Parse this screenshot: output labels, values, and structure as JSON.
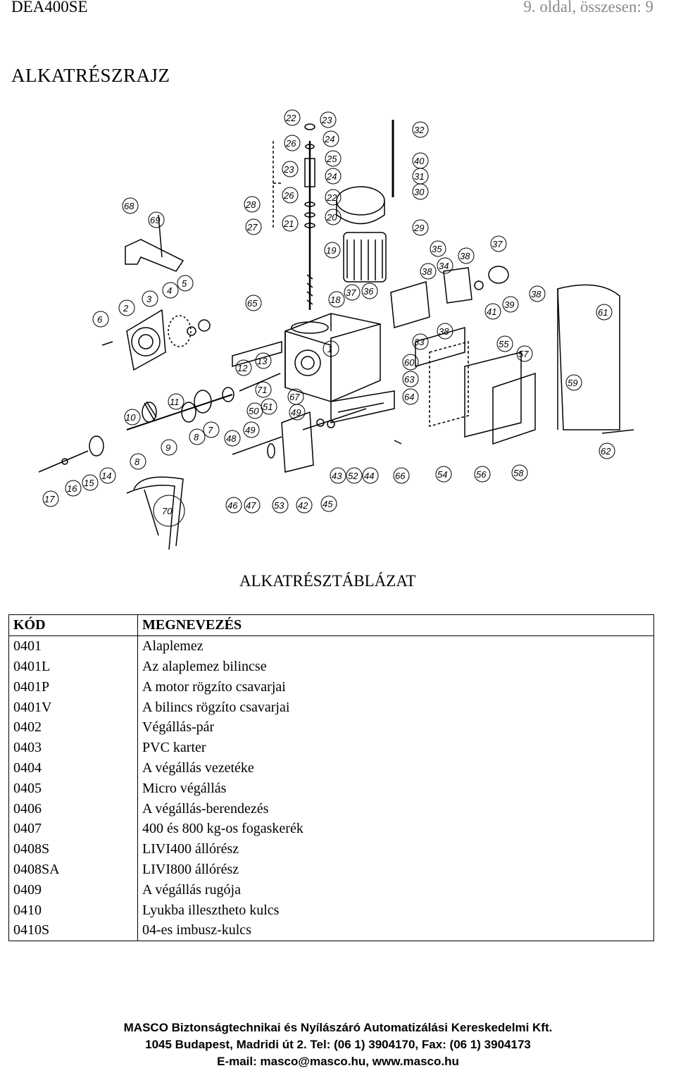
{
  "header": {
    "doc_code": "DEA400SE",
    "page_info": "9. oldal, összesen: 9"
  },
  "section_title": "ALKATRÉSZRAJZ",
  "drawing": {
    "callouts": [
      "1",
      "2",
      "3",
      "4",
      "5",
      "6",
      "7",
      "8",
      "8",
      "9",
      "10",
      "11",
      "12",
      "13",
      "14",
      "15",
      "16",
      "17",
      "18",
      "19",
      "20",
      "21",
      "22",
      "22",
      "23",
      "23",
      "24",
      "24",
      "25",
      "26",
      "26",
      "27",
      "28",
      "29",
      "30",
      "31",
      "32",
      "33",
      "34",
      "35",
      "36",
      "37",
      "37",
      "38",
      "38",
      "38",
      "38",
      "39",
      "40",
      "41",
      "42",
      "43",
      "44",
      "45",
      "46",
      "47",
      "48",
      "49",
      "49",
      "50",
      "51",
      "52",
      "53",
      "54",
      "55",
      "56",
      "57",
      "58",
      "59",
      "60",
      "61",
      "62",
      "63",
      "64",
      "65",
      "66",
      "67",
      "68",
      "69",
      "70",
      "71"
    ]
  },
  "table": {
    "title": "ALKATRÉSZTÁBLÁZAT",
    "headers": [
      "KÓD",
      "MEGNEVEZÉS"
    ],
    "rows": [
      [
        "0401",
        "Alaplemez"
      ],
      [
        "0401L",
        "Az alaplemez bilincse"
      ],
      [
        "0401P",
        "A motor rögzíto csavarjai"
      ],
      [
        "0401V",
        "A bilincs rögzíto csavarjai"
      ],
      [
        "0402",
        "Végállás-pár"
      ],
      [
        "0403",
        "PVC karter"
      ],
      [
        "0404",
        "A végállás vezetéke"
      ],
      [
        "0405",
        "Micro végállás"
      ],
      [
        "0406",
        "A végállás-berendezés"
      ],
      [
        "0407",
        "400 és 800 kg-os fogaskerék"
      ],
      [
        "0408S",
        "LIVI400 állórész"
      ],
      [
        "0408SA",
        "LIVI800 állórész"
      ],
      [
        "0409",
        "A végállás rugója"
      ],
      [
        "0410",
        "Lyukba illesztheto kulcs"
      ],
      [
        "0410S",
        "04-es imbusz-kulcs"
      ]
    ]
  },
  "footer": {
    "company": "MASCO Biztonságtechnikai és Nyílászáró Automatizálási Kereskedelmi Kft.",
    "address": "1045 Budapest, Madridi út 2. Tel: (06 1) 3904170, Fax: (06 1) 3904173",
    "contact": "E-mail: masco@masco.hu, www.masco.hu"
  }
}
